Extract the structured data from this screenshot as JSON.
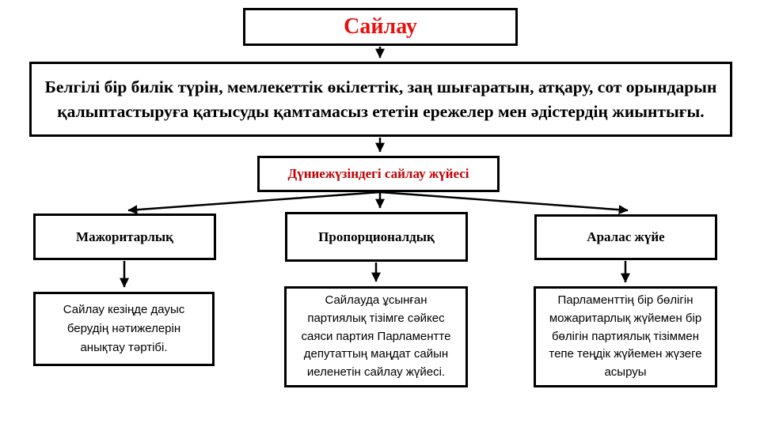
{
  "diagram": {
    "title": "Сайлау",
    "definition": "Белгілі бір билік түрін, мемлекеттік өкілеттік, заң шығаратын, атқару, сот орындарын қалыптастыруға қатысуды қамтамасыз ететін ережелер мен әдістердің жиынтығы.",
    "subtitle": "Дүниежүзіндегі  сайлау жүйесі",
    "branches": [
      {
        "label": "Мажоритарлық",
        "description": "Сайлау кезіңде дауыс берудің нәтижелерін анықтау тәртібі."
      },
      {
        "label": "Пропорционалдық",
        "description": "Сайлауда ұсынған партиялық тізімге сәйкес саяси партия Парламентте депутаттың маңдат сайын иеленетін сайлау жүйесі."
      },
      {
        "label": "Аралас жүйе",
        "description": "Парламенттің бір бөлігін можаритарлық жүйемен бір бөлігін партиялық тізіммен тепе теңдік жүйемен жүзеге асыруы"
      }
    ],
    "colors": {
      "title_text": "#e8100c",
      "subtitle_text": "#c00000",
      "box_border": "#000000",
      "body_text": "#000000",
      "background": "#ffffff"
    }
  }
}
